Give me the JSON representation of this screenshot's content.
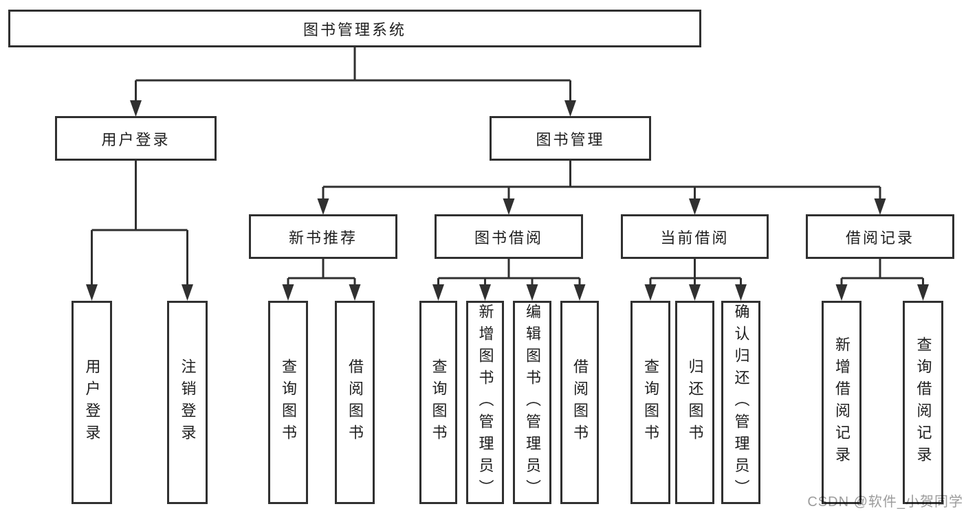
{
  "diagram": {
    "root": {
      "label": "图书管理系统"
    },
    "level1": [
      {
        "label": "用户登录"
      },
      {
        "label": "图书管理"
      }
    ],
    "level2": [
      {
        "label": "新书推荐"
      },
      {
        "label": "图书借阅"
      },
      {
        "label": "当前借阅"
      },
      {
        "label": "借阅记录"
      }
    ],
    "leaves": {
      "user_login": [
        {
          "label": "用户登录"
        },
        {
          "label": "注销登录"
        }
      ],
      "new_book_recommend": [
        {
          "label": "查询图书"
        },
        {
          "label": "借阅图书"
        }
      ],
      "book_borrow": [
        {
          "label": "查询图书"
        },
        {
          "label": "新增图书（管理员）"
        },
        {
          "label": "编辑图书（管理员）"
        },
        {
          "label": "借阅图书"
        }
      ],
      "current_borrow": [
        {
          "label": "查询图书"
        },
        {
          "label": "归还图书"
        },
        {
          "label": "确认归还（管理员）"
        }
      ],
      "borrow_records": [
        {
          "label": "新增借阅记录"
        },
        {
          "label": "查询借阅记录"
        }
      ]
    }
  },
  "watermark": {
    "text": "CSDN @软件_小贺同学"
  },
  "colors": {
    "line": "#303030",
    "text": "#1f1f1f",
    "watermark": "#9c9c9c",
    "background": "#ffffff"
  }
}
